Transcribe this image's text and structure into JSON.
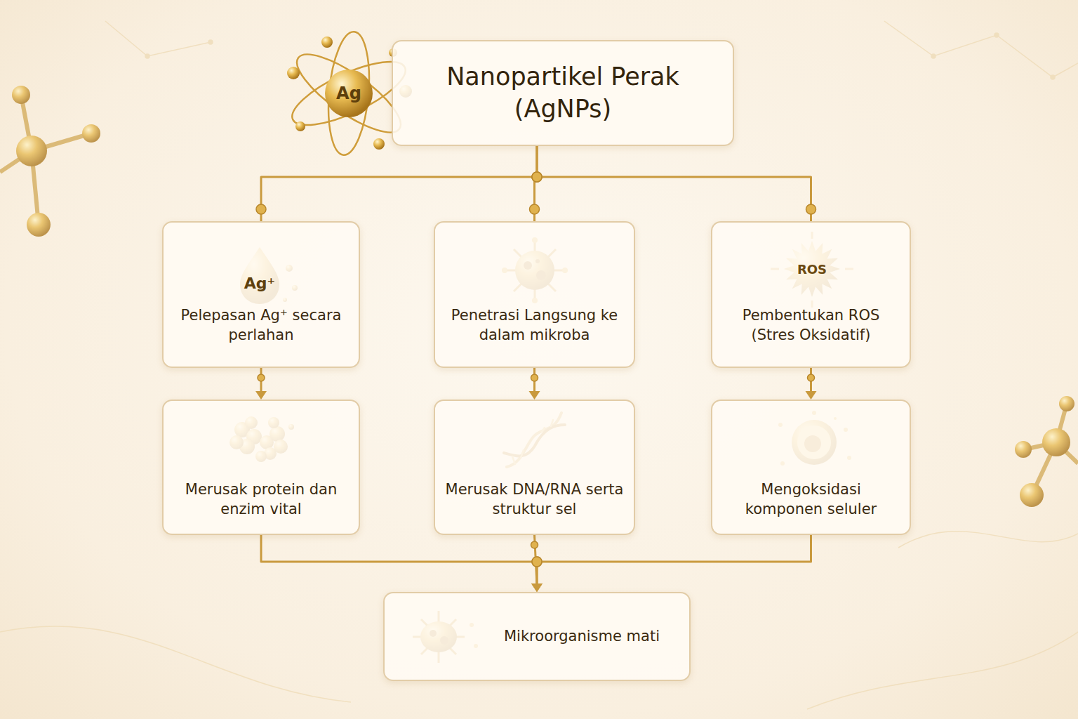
{
  "diagram": {
    "nodes": [
      {
        "text": [
          "Nanopartikel Perak (AgNPs)"
        ]
      },
      {
        "text": [
          "Pelepasan Ag⁺ secara perlahan"
        ]
      },
      {
        "text": [
          "Penetrasi Langsung ke dalam mikroba"
        ]
      },
      {
        "text": [
          "Pembentukan ROS (Stres Oksidatif)"
        ]
      },
      {
        "text": [
          "Merusak protein dan enzim vital"
        ]
      },
      {
        "text": [
          "Merusak DNA/RNA serta struktur sel"
        ]
      },
      {
        "text": [
          "Mengoksidasi komponen seluler"
        ]
      },
      {
        "text": [
          "Mikroorganisme mati"
        ]
      }
    ],
    "edges": [
      {
        "from": 0,
        "to": 1,
        "arrow": "none"
      },
      {
        "from": 0,
        "to": 2,
        "arrow": "none"
      },
      {
        "from": 0,
        "to": 3,
        "arrow": "none"
      },
      {
        "from": 1,
        "to": 4,
        "arrow": "to"
      },
      {
        "from": 2,
        "to": 5,
        "arrow": "to"
      },
      {
        "from": 3,
        "to": 6,
        "arrow": "to"
      },
      {
        "from": 4,
        "to": 7,
        "arrow": "to"
      },
      {
        "from": 5,
        "to": 7,
        "arrow": "to"
      },
      {
        "from": 6,
        "to": 7,
        "arrow": "to"
      }
    ],
    "labels": [
      "Ag",
      "Ag⁺",
      "ROS"
    ]
  }
}
